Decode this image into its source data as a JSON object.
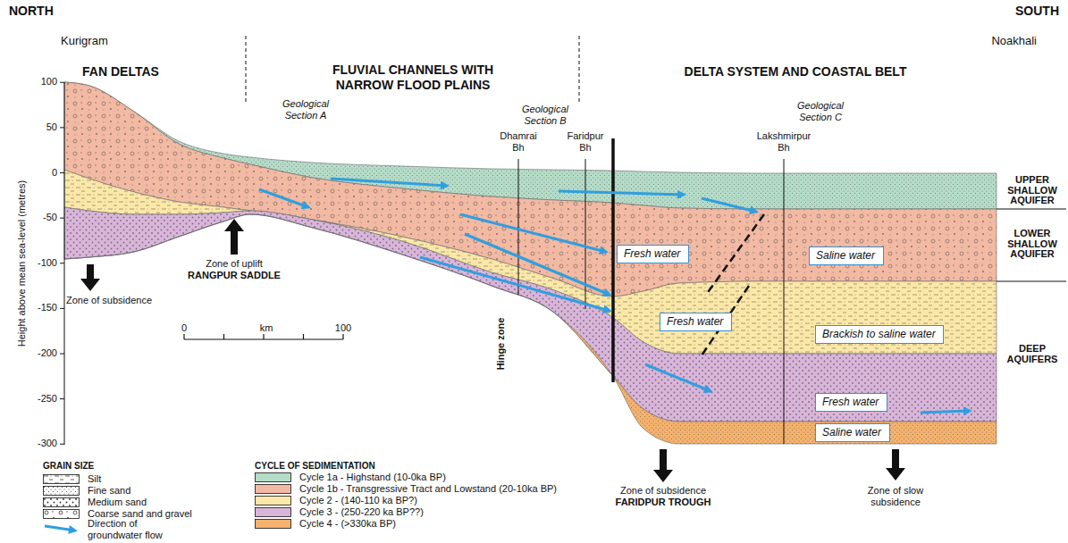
{
  "diagram": {
    "nodes": [
      {
        "text": [
          "Fresh water"
        ]
      },
      {
        "text": [
          "Saline water"
        ]
      },
      {
        "text": [
          "Fresh water"
        ]
      },
      {
        "text": [
          "Brackish to saline water"
        ]
      },
      {
        "text": [
          "Fresh water"
        ]
      },
      {
        "text": [
          "Saline water"
        ]
      }
    ],
    "labels": [
      "NORTH",
      "SOUTH",
      "Kurigram",
      "Noakhali",
      "FAN DELTAS",
      "FLUVIAL CHANNELS WITH NARROW FLOOD PLAINS",
      "DELTA SYSTEM AND COASTAL BELT",
      "Geological Section A",
      "Geological Section B",
      "Geological Section C",
      "Dhamrai Bh",
      "Faridpur Bh",
      "Lakshmirpur Bh",
      "UPPER SHALLOW AQUIFER",
      "LOWER SHALLOW AQUIFER",
      "DEEP AQUIFERS",
      "Height above mean sea-level (metres)",
      "100",
      "50",
      "0",
      "-50",
      "-100",
      "-150",
      "-200",
      "-250",
      "-300",
      "Zone of subsidence",
      "Zone of uplift",
      "RANGPUR SADDLE",
      "Hinge zone",
      "Zone of subsidence",
      "FARIDPUR TROUGH",
      "Zone of slow subsidence",
      "0",
      "km",
      "100",
      "GRAIN SIZE",
      "CYCLE OF SEDIMENTATION"
    ],
    "legend": [
      {
        "text": "Silt"
      },
      {
        "text": "Fine sand"
      },
      {
        "text": "Medium sand"
      },
      {
        "text": "Coarse sand and gravel"
      },
      {
        "text": "Cycle 1a - Highstand (10-0ka BP)",
        "color": "#b5dcc8"
      },
      {
        "text": "Cycle 1b - Transgressive Tract and Lowstand (20-10ka BP)",
        "color": "#f2b9a3"
      },
      {
        "text": "Cycle 2 - (140-110 ka BP?)",
        "color": "#fbe8a8"
      },
      {
        "text": "Cycle 3 - (250-220 ka BP??)",
        "color": "#d9b5da"
      },
      {
        "text": "Cycle 4 - (>330ka BP)",
        "color": "#f4b26e"
      },
      {
        "text": "Direction of groundwater flow"
      }
    ]
  }
}
